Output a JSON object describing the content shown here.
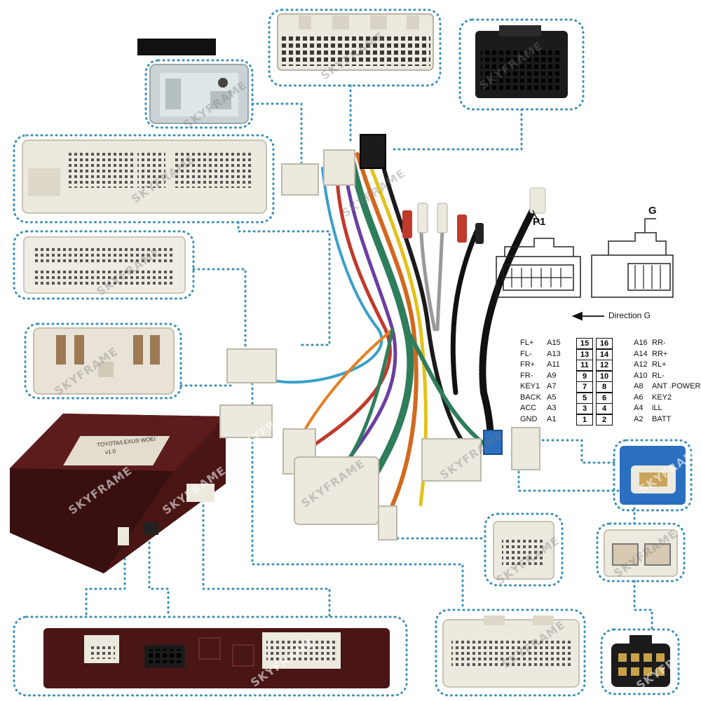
{
  "watermark": "SKYFRAME",
  "connector_labels": {
    "p1": "P1",
    "g": "G",
    "direction": "Direction G"
  },
  "decoder_box": {
    "label_line1": "TOYOTA/LEXUS WOEI",
    "label_line2": "v1.0"
  },
  "pinout": {
    "left": [
      {
        "name": "FL+",
        "pin": "A15",
        "num": "15"
      },
      {
        "name": "FL-",
        "pin": "A13",
        "num": "13"
      },
      {
        "name": "FR+",
        "pin": "A11",
        "num": "11"
      },
      {
        "name": "FR-",
        "pin": "A9",
        "num": "9"
      },
      {
        "name": "KEY1",
        "pin": "A7",
        "num": "7"
      },
      {
        "name": "BACK",
        "pin": "A5",
        "num": "5"
      },
      {
        "name": "ACC",
        "pin": "A3",
        "num": "3"
      },
      {
        "name": "GND",
        "pin": "A1",
        "num": "1"
      }
    ],
    "right": [
      {
        "name": "RR-",
        "pin": "A16",
        "num": "16"
      },
      {
        "name": "RR+",
        "pin": "A14",
        "num": "14"
      },
      {
        "name": "RL+",
        "pin": "A12",
        "num": "12"
      },
      {
        "name": "RL-",
        "pin": "A10",
        "num": "10"
      },
      {
        "name": "ANT .POWER",
        "pin": "A8",
        "num": "8"
      },
      {
        "name": "KEY2",
        "pin": "A6",
        "num": "6"
      },
      {
        "name": "iLL",
        "pin": "A4",
        "num": "4"
      },
      {
        "name": "BATT",
        "pin": "A2",
        "num": "2"
      }
    ]
  },
  "colors": {
    "dotted_border": "#3a8fb7",
    "connector_white": "#ece9de",
    "connector_black": "#1b1b1b",
    "decoder_box": "#4a1515",
    "blue_connector": "#2a6fc0"
  }
}
